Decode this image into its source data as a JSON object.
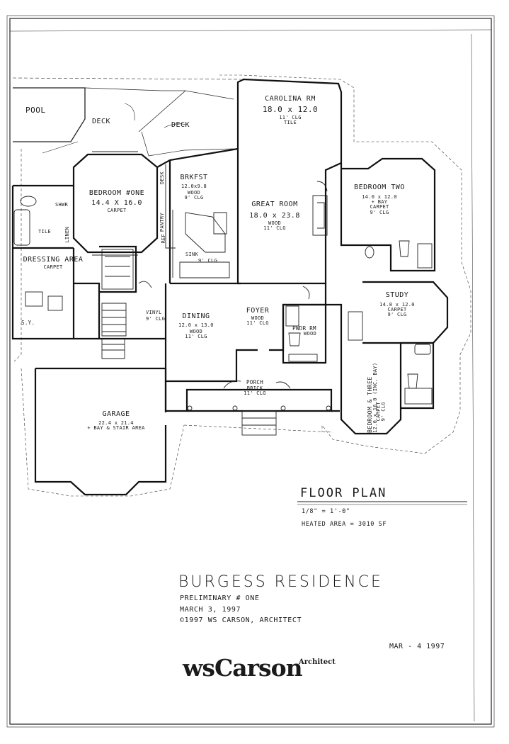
{
  "plan": {
    "outside": {
      "pool": "POOL",
      "deck_left": "DECK",
      "deck_right": "DECK"
    },
    "rooms": [
      {
        "id": "carolina-room",
        "name": "CAROLINA RM",
        "dims": "18.0 x 12.0",
        "notes": [
          "11' CLG",
          "TILE"
        ]
      },
      {
        "id": "bedroom-one",
        "name": "BEDROOM #ONE",
        "dims": "14.4 X 16.0",
        "notes": [
          "CARPET"
        ]
      },
      {
        "id": "breakfast",
        "name": "BRKFST",
        "dims": "12.0x9.8",
        "notes": [
          "WOOD",
          "9' CLG"
        ]
      },
      {
        "id": "great-room",
        "name": "GREAT ROOM",
        "dims": "18.0 x 23.8",
        "notes": [
          "WOOD",
          "11' CLG"
        ]
      },
      {
        "id": "bedroom-two",
        "name": "BEDROOM TWO",
        "dims": "14.0 x 12.0",
        "notes": [
          "+ BAY",
          "CARPET",
          "9' CLG"
        ]
      },
      {
        "id": "dressing-area",
        "name": "DRESSING AREA",
        "dims": "",
        "notes": [
          "CARPET"
        ]
      },
      {
        "id": "study",
        "name": "STUDY",
        "dims": "14.8 x 12.0",
        "notes": [
          "CARPET",
          "9' CLG"
        ]
      },
      {
        "id": "dining",
        "name": "DINING",
        "dims": "12.0 x 13.0",
        "notes": [
          "WOOD",
          "11' CLG"
        ]
      },
      {
        "id": "foyer",
        "name": "FOYER",
        "dims": "",
        "notes": [
          "WOOD",
          "11' CLG"
        ]
      },
      {
        "id": "powder-room",
        "name": "PWDR RM",
        "dims": "",
        "notes": [
          "WOOD"
        ]
      },
      {
        "id": "porch",
        "name": "PORCH",
        "dims": "",
        "notes": [
          "BRICK",
          "11' CLG"
        ]
      },
      {
        "id": "garage",
        "name": "GARAGE",
        "dims": "22.4 x 21.4",
        "notes": [
          "+ BAY & STAIR AREA"
        ]
      }
    ],
    "bedroom_three": {
      "name": "BEDROOM & THREE",
      "dims": "12.0 x 16.0 (INC. BAY)",
      "notes": [
        "CARPET",
        "9' CLG"
      ]
    },
    "small_labels": {
      "shower": "SHWR",
      "tile": "TILE",
      "linen": "LINEN",
      "sy": "S.Y.",
      "vinyl": "VINYL",
      "vinyl_ceiling": "9' CLG",
      "pantry": "PANTRY",
      "desk": "DESK",
      "ref": "REF",
      "sink": "SINK",
      "sink_ceiling": "9' CLG"
    }
  },
  "title_block": {
    "plan_title": "FLOOR PLAN",
    "scale": "1/8\" = 1'-0\"",
    "heated_area": "HEATED AREA = 3010 SF",
    "project_name": "BURGESS RESIDENCE",
    "lines": [
      "PRELIMINARY # ONE",
      "MARCH 3, 1997",
      "©1997 WS CARSON, ARCHITECT"
    ],
    "stamp_date": "MAR - 4 1997"
  },
  "brand": {
    "name": "wsCarson",
    "subtitle": "Architect"
  }
}
